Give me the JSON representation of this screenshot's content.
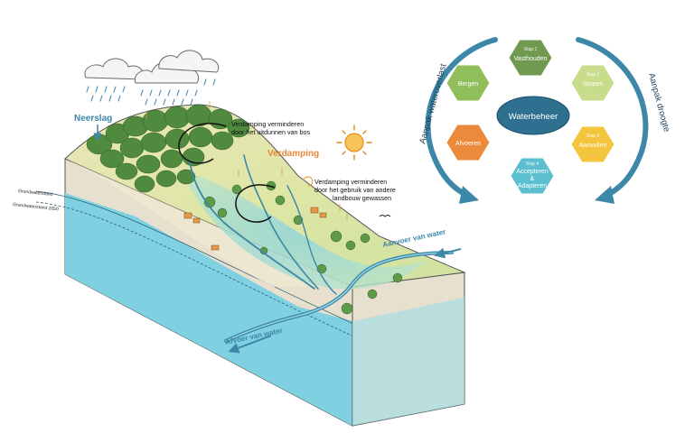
{
  "labels": {
    "neerslag": "Neerslag",
    "verdamping": "Verdamping",
    "bos_line1": "Verdamping verminderen",
    "bos_line2": "door het uitdunnen van bos",
    "landbouw_line1": "Verdamping verminderen",
    "landbouw_line2": "door het gebruik van andere",
    "landbouw_line3": "landbouw gewassen",
    "grondwater_now": "Grondwaterstand",
    "grondwater_2050": "Grondwaterstand 2050",
    "aanvoer": "Aanvoer van water",
    "afvoer": "Afvoer van water"
  },
  "cycle": {
    "center": "Waterbeheer",
    "left_arc": "Aanpak wateroverlast",
    "right_arc": "Aanpak droogte",
    "steps": [
      {
        "step": "Stap 1",
        "label": "Vasthouden",
        "color": "#6f9a4f"
      },
      {
        "step": "Stap 2",
        "label": "Sparen",
        "color": "#c8dd8a"
      },
      {
        "step": "Stap 3",
        "label": "Aanvullen",
        "color": "#f2c53d"
      },
      {
        "step": "Stap 4",
        "label": "Accepteren & Adapteren",
        "label_lines": [
          "Accepteren",
          "&",
          "Adapteren"
        ],
        "color": "#5bbfd0"
      },
      {
        "step": "",
        "label": "Afvoeren",
        "color": "#ec8a3c"
      },
      {
        "step": "",
        "label": "Bergen",
        "color": "#8fbe5a"
      }
    ]
  },
  "colors": {
    "water_blue": "#3d87a8",
    "groundwater": "#7fd0e0",
    "forest": "#4f8a3e",
    "sun": "#f2a71d",
    "cloud": "#f4f4f4",
    "rain": "#4a88b5",
    "soil": "#e8e0cf"
  }
}
